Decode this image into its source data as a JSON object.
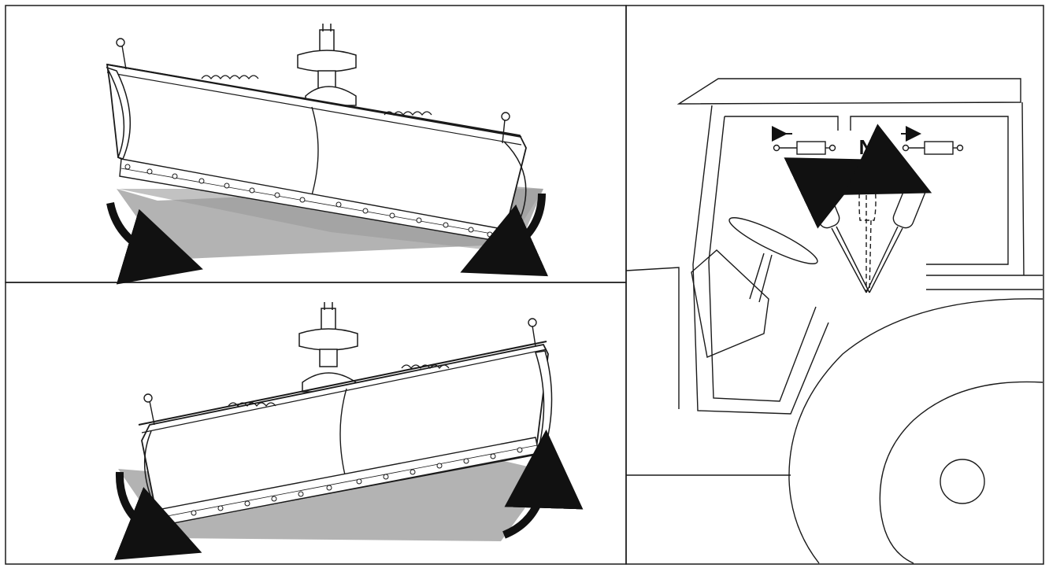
{
  "figure": {
    "background": "#ffffff",
    "stroke_color": "#1a1a1a",
    "shadow_color": "#a6a6a6",
    "arrow_color": "#111111"
  },
  "panels": [
    {
      "name": "blade-angled-left",
      "icons": [
        "plow-blade-icon",
        "curved-arrow-icon"
      ]
    },
    {
      "name": "blade-angled-right",
      "icons": [
        "plow-blade-icon",
        "curved-arrow-icon"
      ]
    },
    {
      "name": "tractor-cab-control",
      "icons": [
        "steering-wheel-icon",
        "control-lever-icon",
        "hydraulic-cylinder-icon"
      ]
    }
  ],
  "lever": {
    "neutral_label": "N"
  }
}
